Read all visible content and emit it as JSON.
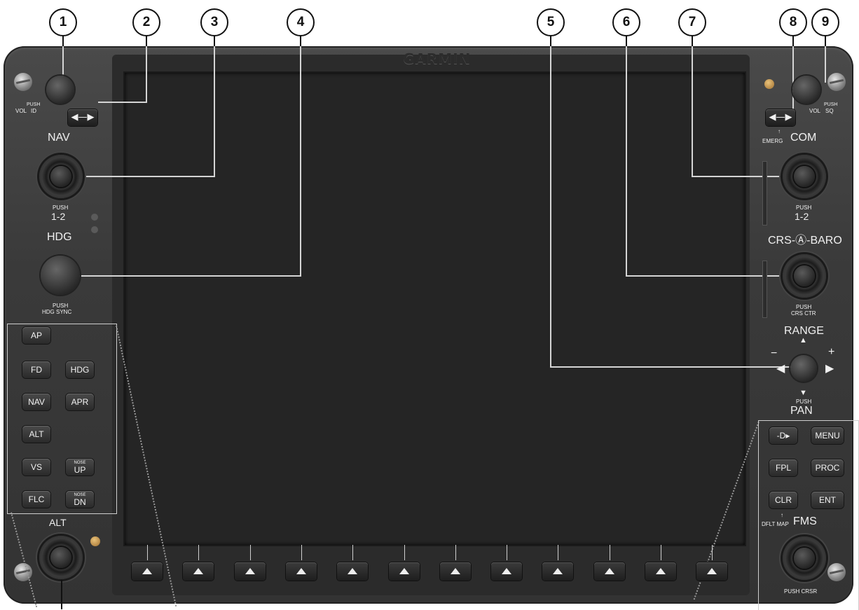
{
  "callouts": [
    "1",
    "2",
    "3",
    "4",
    "5",
    "6",
    "7",
    "8",
    "9"
  ],
  "brand": "GARMIN",
  "left": {
    "vol_label": "VOL",
    "vol_push": "PUSH",
    "vol_id": "ID",
    "nav_title": "NAV",
    "nav_push": "PUSH",
    "nav_12": "1-2",
    "hdg_title": "HDG",
    "hdg_push": "PUSH",
    "hdg_sync": "HDG SYNC",
    "alt_title": "ALT"
  },
  "ap_buttons": {
    "ap": "AP",
    "fd": "FD",
    "hdg": "HDG",
    "nav": "NAV",
    "apr": "APR",
    "alt": "ALT",
    "vs": "VS",
    "nose_up_small": "NOSE",
    "nose_up": "UP",
    "flc": "FLC",
    "nose_dn_small": "NOSE",
    "nose_dn": "DN"
  },
  "right": {
    "vol_label": "VOL",
    "vol_push": "PUSH",
    "vol_sq": "SQ",
    "emerg": "EMERG",
    "com_title": "COM",
    "com_push": "PUSH",
    "com_12": "1-2",
    "crs_baro": "CRS-Ⓐ-BARO",
    "crs_push": "PUSH",
    "crs_ctr": "CRS CTR",
    "range": "RANGE",
    "range_minus": "−",
    "range_plus": "+",
    "pan_push": "PUSH",
    "pan": "PAN",
    "dflt_map": "DFLT MAP",
    "fms": "FMS",
    "push_crsr": "PUSH CRSR"
  },
  "fms_buttons": {
    "direct": "-D▸",
    "menu": "MENU",
    "fpl": "FPL",
    "proc": "PROC",
    "clr": "CLR",
    "ent": "ENT"
  },
  "swap_glyph": "◀—▶",
  "softkey_count": 12
}
